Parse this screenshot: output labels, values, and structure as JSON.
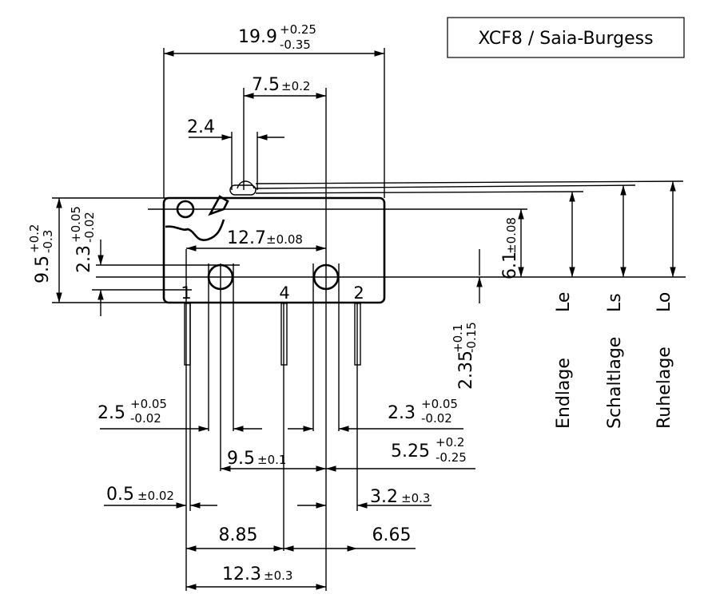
{
  "title_box": {
    "text": "XCF8  /  Saia-Burgess"
  },
  "dimensions": {
    "overall_width": {
      "value": "19.9",
      "tol_upper": "+0.25",
      "tol_lower": "-0.35"
    },
    "actuator_offset": {
      "value": "7.5",
      "tol": "±0.2"
    },
    "actuator_width": {
      "value": "2.4"
    },
    "hole_spacing": {
      "value": "12.7",
      "tol": "±0.08"
    },
    "height": {
      "value": "9.5",
      "tol_upper": "+0.2",
      "tol_lower": "-0.3"
    },
    "hole_height": {
      "value": "2.3",
      "tol_upper": "+0.05",
      "tol_lower": "-0.02"
    },
    "hole_to_top": {
      "value": "6.1",
      "tol": "±0.08"
    },
    "pin_depth": {
      "value": "2.35",
      "tol_upper": "+0.1",
      "tol_lower": "-0.15"
    },
    "left_hole_dia": {
      "value": "2.5",
      "tol_upper": "+0.05",
      "tol_lower": "-0.02"
    },
    "right_hole_dia": {
      "value": "2.3",
      "tol_upper": "+0.05",
      "tol_lower": "-0.02"
    },
    "hole_to_pin": {
      "value": "9.5",
      "tol": "±0.1"
    },
    "right_offset": {
      "value": "5.25",
      "tol_upper": "+0.2",
      "tol_lower": "-0.25"
    },
    "pin_thickness": {
      "value": "0.5",
      "tol": "±0.02"
    },
    "pin_offset": {
      "value": "3.2",
      "tol": "±0.3"
    },
    "pin1_to_pin4": {
      "value": "8.85"
    },
    "pin4_to_pin2": {
      "value": "6.65"
    },
    "pin_span": {
      "value": "12.3",
      "tol": "±0.3"
    }
  },
  "pins": {
    "p1": "1",
    "p4": "4",
    "p2": "2"
  },
  "positions": {
    "endlage": {
      "name": "Endlage",
      "symbol": "Le"
    },
    "schaltlage": {
      "name": "Schaltlage",
      "symbol": "Ls"
    },
    "ruhelage": {
      "name": "Ruhelage",
      "symbol": "Lo"
    }
  }
}
